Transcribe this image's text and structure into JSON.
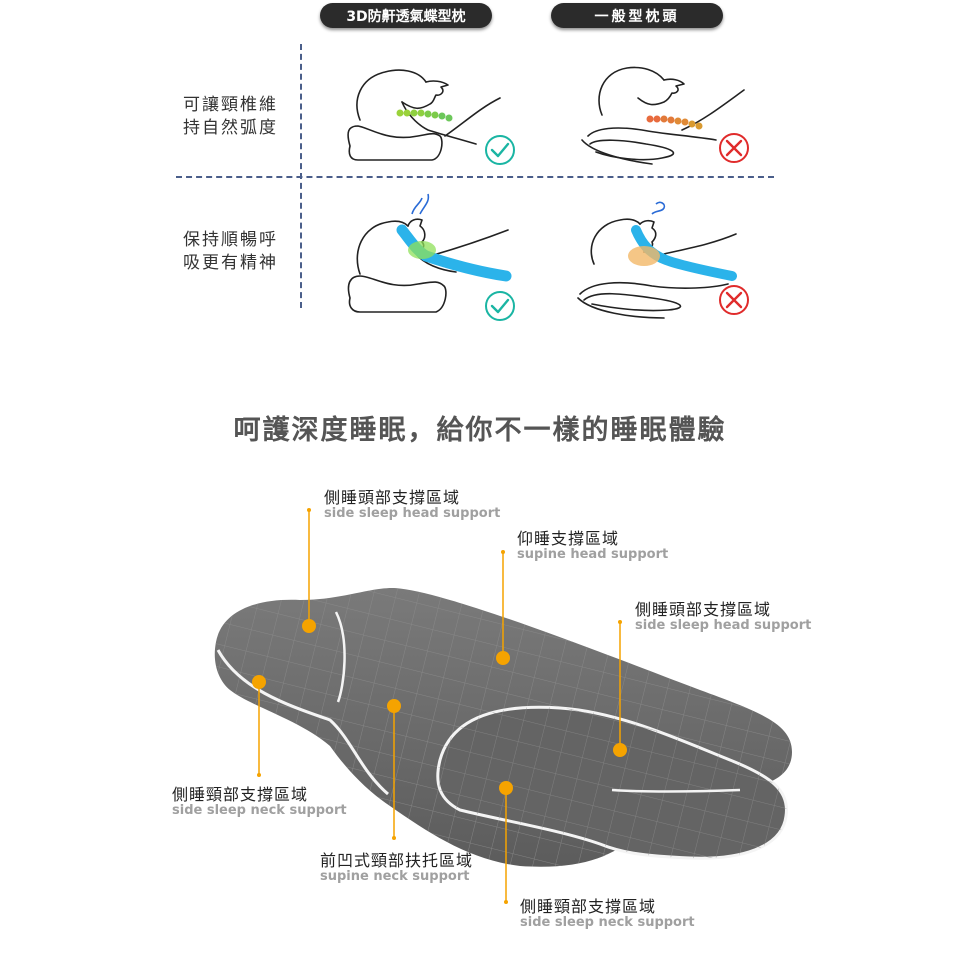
{
  "tabs": {
    "left": "3D防鼾透氣蝶型枕",
    "right": "一般型枕頭"
  },
  "rows": [
    {
      "label": "可讓頸椎維持自然弧度"
    },
    {
      "label": "保持順暢呼吸更有精神"
    }
  ],
  "headline": "呵護深度睡眠，給你不一樣的睡眠體驗",
  "callouts": [
    {
      "zh": "側睡頭部支撐區域",
      "en": "side sleep head support"
    },
    {
      "zh": "仰睡支撐區域",
      "en": "supine head support"
    },
    {
      "zh": "側睡頭部支撐區域",
      "en": "side sleep head support"
    },
    {
      "zh": "側睡頸部支撐區域",
      "en": "side sleep neck support"
    },
    {
      "zh": "前凹式頸部扶托區域",
      "en": "supine neck support"
    },
    {
      "zh": "側睡頸部支撐區域",
      "en": "side sleep neck support"
    }
  ],
  "colors": {
    "tab_bg": "#2b2b2b",
    "divider": "#4a5e8a",
    "check": "#1ab5a3",
    "cross": "#e02b2b",
    "dot": "#f5a300",
    "pillow": "#6e6e6e"
  }
}
